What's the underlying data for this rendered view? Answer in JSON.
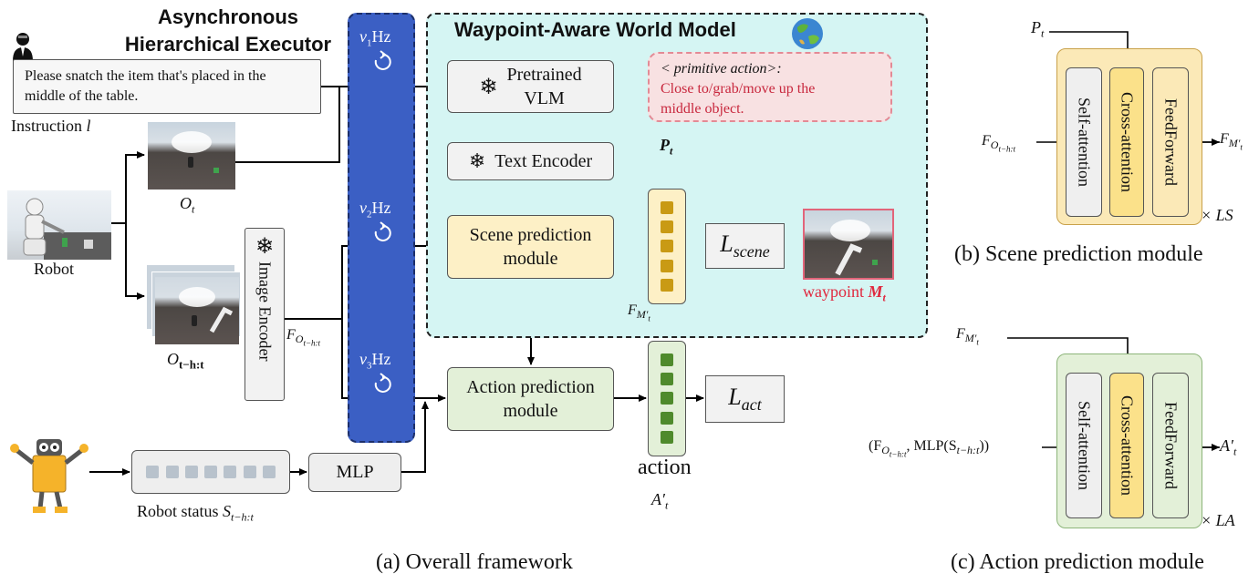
{
  "executor": {
    "title_line1": "Asynchronous",
    "title_line2": "Hierarchical Executor"
  },
  "instruction": {
    "text": "Please snatch the item that's placed in the middle of the table.",
    "label": "Instruction",
    "symbol": "l"
  },
  "robot": {
    "label": "Robot"
  },
  "observation": {
    "symbol": "O",
    "sub": "t"
  },
  "observation_seq": {
    "symbol": "O",
    "sub": "t−h:t"
  },
  "image_encoder": {
    "label": "Image Encoder"
  },
  "feature_label": {
    "symbol": "F",
    "sub": "O",
    "subsub": "t−h:t"
  },
  "frequencies": {
    "v1": "ν",
    "v1_sub": "1",
    "v2": "ν",
    "v2_sub": "2",
    "v3": "ν",
    "v3_sub": "3",
    "unit": "Hz"
  },
  "world_model": {
    "title": "Waypoint-Aware World Model"
  },
  "vlm": {
    "line1": "Pretrained",
    "line2": "VLM"
  },
  "primitive": {
    "header": "< primitive action>:",
    "line1": "Close to/grab/move up the",
    "line2": "middle object."
  },
  "p_t": {
    "symbol": "P",
    "sub": "t"
  },
  "text_encoder": {
    "label": "Text Encoder"
  },
  "scene_module": {
    "line1": "Scene prediction",
    "line2": "module"
  },
  "l_scene": {
    "symbol": "L",
    "sub": "scene"
  },
  "waypoint": {
    "label": "waypoint",
    "symbol": "M",
    "sub": "t"
  },
  "fm_label": {
    "symbol": "F",
    "sub": "M",
    "subsub": "t",
    "prime": "′"
  },
  "action_module": {
    "line1": "Action prediction",
    "line2": "module"
  },
  "l_act": {
    "symbol": "L",
    "sub": "act"
  },
  "action": {
    "label": "action",
    "symbol": "A′",
    "sub": "t"
  },
  "mlp": {
    "label": "MLP"
  },
  "robot_status": {
    "label": "Robot status",
    "symbol": "S",
    "sub": "t−h:t"
  },
  "caption_a": "(a)  Overall framework",
  "panel_b": {
    "input_top": {
      "symbol": "P",
      "sub": "t"
    },
    "input_left": {
      "symbol": "F",
      "sub": "O",
      "subsub": "t−h:t"
    },
    "blocks": [
      "Self-attention",
      "Cross-attention",
      "FeedForward"
    ],
    "output": {
      "symbol": "F",
      "sub": "M",
      "subsub": "t",
      "prime": "′"
    },
    "repeat": "× LS",
    "caption": "(b)  Scene prediction module"
  },
  "panel_c": {
    "input_top": {
      "symbol": "F",
      "sub": "M",
      "subsub": "t",
      "prime": "′"
    },
    "input_left": "(F",
    "input_left_mid": ", MLP(S",
    "input_left_end": "))",
    "input_left_sub1": "O",
    "input_left_subsub1": "t−h:t",
    "input_left_sub2": "t−h:t",
    "blocks": [
      "Self-attention",
      "Cross-attention",
      "FeedForward"
    ],
    "output": {
      "symbol": "A′",
      "sub": "t"
    },
    "repeat": "× LA",
    "caption": "(c)  Action prediction module"
  },
  "colors": {
    "blue_bar": "#3b5fc4",
    "world_bg": "#d5f5f3",
    "scene_yellow": "#fdf0c6",
    "action_green": "#e3f0d8",
    "token_gold": "#c99a14",
    "token_green": "#4f8a2c",
    "red_text": "#c8283e",
    "pink_bg": "#f8e1e2"
  }
}
